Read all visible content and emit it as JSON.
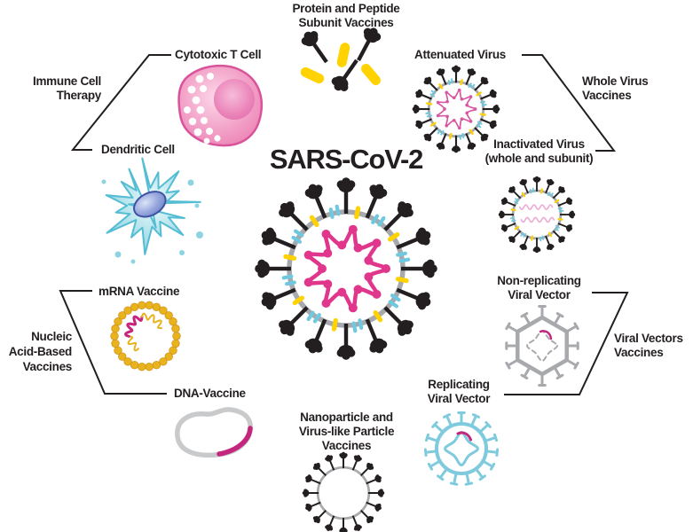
{
  "title": "SARS-CoV-2",
  "labels": {
    "protein_subunit": "Protein and Peptide\nSubunit Vaccines",
    "cytotoxic_t_cell": "Cytotoxic T Cell",
    "immune_cell_therapy": "Immune Cell\nTherapy",
    "dendritic_cell": "Dendritic Cell",
    "attenuated_virus": "Attenuated Virus",
    "whole_virus_vaccines": "Whole Virus\nVaccines",
    "inactivated_virus": "Inactivated Virus\n(whole and subunit)",
    "mrna_vaccine": "mRNA Vaccine",
    "nucleic_acid_vaccines": "Nucleic\nAcid-Based\nVaccines",
    "dna_vaccine": "DNA-Vaccine",
    "non_replicating_vector": "Non-replicating\nViral Vector",
    "viral_vectors_vaccines": "Viral Vectors\nVaccines",
    "replicating_vector": "Replicating\nViral Vector",
    "nanoparticle_vlp": "Nanoparticle and\nVirus-like Particle\nVaccines"
  },
  "illustrations": [
    "sars-cov-2-virion-icon",
    "cytotoxic-t-cell-icon",
    "dendritic-cell-icon",
    "protein-subunit-icon",
    "attenuated-virus-icon",
    "inactivated-virus-icon",
    "mrna-vaccine-icon",
    "dna-plasmid-icon",
    "non-replicating-vector-icon",
    "replicating-vector-icon",
    "nanoparticle-vlp-icon"
  ],
  "colors": {
    "text": "#231f20",
    "gray": "#a7a9ac",
    "light_gray": "#c9cacc",
    "yellow": "#ffd200",
    "gold": "#e9b31e",
    "gold_dark": "#d1951b",
    "sky_blue": "#6ec9e0",
    "magenta": "#e0368c",
    "deep_magenta": "#c4267e",
    "light_pink": "#edaed6",
    "att_pink": "#d8569f",
    "cell_pink": "#ef8bb7",
    "cell_pink_dark": "#d9539b",
    "dendritic_blue": "#8ed3e2",
    "dendritic_blue_dark": "#54bdd3",
    "nucleus_blue": "#6f82c8",
    "nucleus_blue_dark": "#3f51a3",
    "vector_blue": "#7fcbdd"
  }
}
